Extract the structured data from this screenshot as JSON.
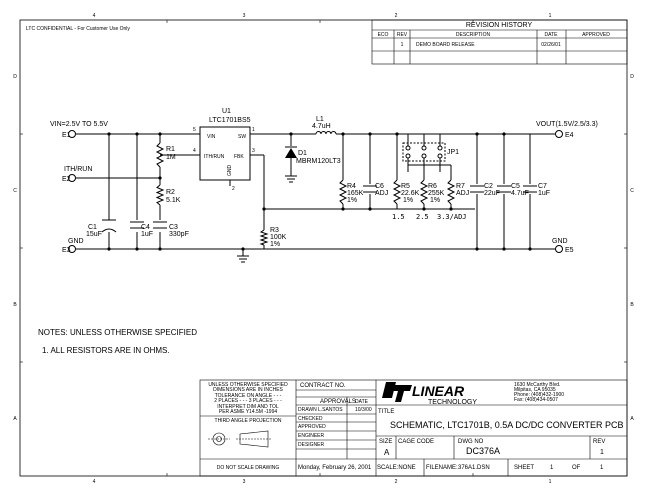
{
  "header": {
    "confidential": "LTC CONFIDENTIAL - For Customer Use Only",
    "zone_marks": [
      "4",
      "3",
      "2",
      "1"
    ],
    "row_marks": [
      "D",
      "C",
      "B",
      "A"
    ]
  },
  "revision_history": {
    "title": "REVISION HISTORY",
    "columns": [
      "ECO",
      "REV",
      "DESCRIPTION",
      "DATE",
      "APPROVED"
    ],
    "rows": [
      {
        "eco": "",
        "rev": "1",
        "description": "DEMO BOARD RELEASE",
        "date": "02/26/01",
        "approved": ""
      }
    ]
  },
  "schematic": {
    "u1": {
      "ref": "U1",
      "part": "LTC1701BS5",
      "pins": {
        "vin": "VIN",
        "sw": "SW",
        "ith": "ITH/RUN",
        "fbk": "FBK",
        "gnd": "GND"
      },
      "pin_numbers": [
        "5",
        "1",
        "4",
        "3",
        "2"
      ]
    },
    "terminals": {
      "e1": {
        "ref": "E1",
        "label": "VIN=2.5V TO 5.5V"
      },
      "e2": {
        "ref": "E2",
        "label": "ITH/RUN"
      },
      "e3": {
        "ref": "E3",
        "label": "GND"
      },
      "e4": {
        "ref": "E4",
        "label": "VOUT(1.5V/2.5/3.3)"
      },
      "e5": {
        "ref": "E5",
        "label": "GND"
      }
    },
    "components": {
      "r1": {
        "ref": "R1",
        "value": "1M"
      },
      "r2": {
        "ref": "R2",
        "value": "5.1K"
      },
      "r3": {
        "ref": "R3",
        "value": "100K",
        "tol": "1%"
      },
      "r4": {
        "ref": "R4",
        "value": "165K",
        "tol": "1%"
      },
      "r5": {
        "ref": "R5",
        "value": "22.6K",
        "tol": "1%"
      },
      "r6": {
        "ref": "R6",
        "value": "255K",
        "tol": "1%"
      },
      "r7": {
        "ref": "R7",
        "value": "ADJ"
      },
      "c1": {
        "ref": "C1",
        "value": "15uF"
      },
      "c2": {
        "ref": "C2",
        "value": "22uF"
      },
      "c3": {
        "ref": "C3",
        "value": "330pF"
      },
      "c4": {
        "ref": "C4",
        "value": "1uF"
      },
      "c5": {
        "ref": "C5",
        "value": "4.7uF"
      },
      "c6": {
        "ref": "C6",
        "value": "ADJ"
      },
      "c7": {
        "ref": "C7",
        "value": "1uF"
      },
      "l1": {
        "ref": "L1",
        "value": "4.7uH"
      },
      "d1": {
        "ref": "D1",
        "value": "MBRM120LT3"
      },
      "jp1": {
        "ref": "JP1",
        "options": [
          "1.5",
          "2.5",
          "3.3/ADJ"
        ]
      }
    }
  },
  "notes": {
    "title": "NOTES: UNLESS OTHERWISE SPECIFIED",
    "items": [
      "1. ALL RESISTORS ARE IN OHMS."
    ]
  },
  "title_block": {
    "tolerance_lines": [
      "UNLESS OTHERWISE SPECIFIED",
      "DIMENSIONS ARE IN INCHES",
      "TOLERANCE ON ANGLE - - -",
      "2 PLACES - - -  3 PLACES - - -",
      "INTERPRET DIM AND TOL",
      "PER ASME Y14.5M -1994"
    ],
    "projection": "THIRD ANGLE PROJECTION",
    "do_not_scale": "DO NOT SCALE DRAWING",
    "contract_label": "CONTRACT NO.",
    "approvals_label": "APPROVALS",
    "date_label": "DATE",
    "approvals": [
      {
        "role": "DRAWN",
        "name": "L.SANTOS",
        "date": "10/3/00"
      },
      {
        "role": "CHECKED",
        "name": "",
        "date": ""
      },
      {
        "role": "APPROVED",
        "name": "",
        "date": ""
      },
      {
        "role": "ENGINEER",
        "name": "",
        "date": ""
      },
      {
        "role": "DESIGNER",
        "name": "",
        "date": ""
      }
    ],
    "company": {
      "logo_text": "LINEAR",
      "logo_sub": "TECHNOLOGY",
      "address_lines": [
        "1630 McCarthy Blvd.",
        "Milpitas, CA 95035",
        "Phone: (408)432-1900",
        "Fax: (408)434-0507"
      ]
    },
    "title_label": "TITLE",
    "title": "SCHEMATIC, LTC1701B, 0.5A DC/DC CONVERTER PCB",
    "size_label": "SIZE",
    "size": "A",
    "cage_label": "CAGE CODE",
    "dwg_label": "DWG NO",
    "dwg_no": "DC376A",
    "rev_label": "REV",
    "rev": "1",
    "date_printed": "Monday, February 26, 2001",
    "scale_label": "SCALE:NONE",
    "filename_label": "FILENAME:",
    "filename": "376A1.DSN",
    "sheet_label": "SHEET",
    "sheet": "1",
    "of_label": "OF",
    "sheets": "1"
  }
}
